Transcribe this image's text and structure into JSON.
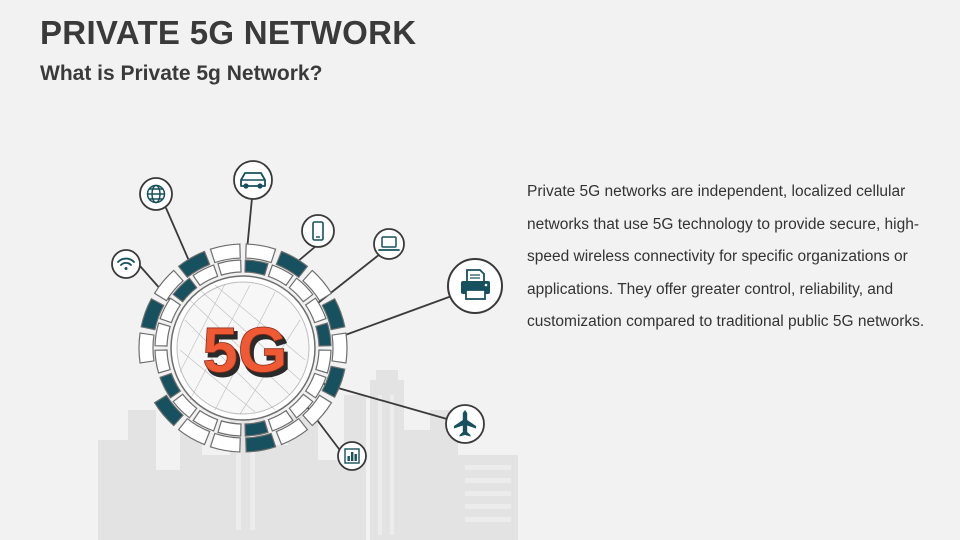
{
  "header": {
    "title": "PRIVATE 5G NETWORK",
    "subtitle": "What is Private 5g Network?"
  },
  "description": "Private 5G networks are independent, localized cellular networks that use 5G technology to provide secure, high-speed wireless connectivity for specific organizations or applications. They offer greater control, reliability, and customization compared to traditional public 5G networks.",
  "hub": {
    "label": "5G"
  },
  "colors": {
    "teal": "#17505e",
    "orange": "#ef5a35",
    "ring_gray": "#6e6e6e",
    "city_gray": "#e3e3e3",
    "text": "#3a3a3a"
  },
  "devices": [
    {
      "id": "wifi",
      "icon": "wifi-icon"
    },
    {
      "id": "globe",
      "icon": "globe-icon"
    },
    {
      "id": "car",
      "icon": "car-icon"
    },
    {
      "id": "phone",
      "icon": "smartphone-icon"
    },
    {
      "id": "laptop",
      "icon": "laptop-icon"
    },
    {
      "id": "printer",
      "icon": "printer-icon"
    },
    {
      "id": "plane",
      "icon": "airplane-icon"
    },
    {
      "id": "chart",
      "icon": "bar-chart-icon"
    }
  ]
}
